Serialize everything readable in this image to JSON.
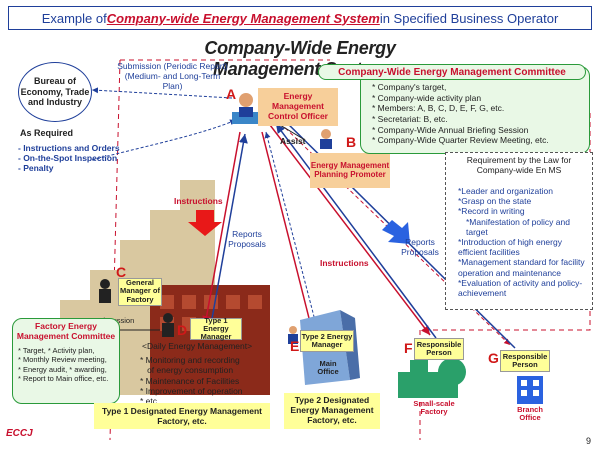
{
  "banner": {
    "prefix": "Example of ",
    "emph": "Company-wide Energy Management System",
    "suffix": " in Specified Business Operator"
  },
  "main_title": "Company-Wide Energy Management System",
  "ministry": "Bureau of Economy, Trade and Industry",
  "submission": "Submission (Periodic Report) (Medium- and Long-Term Plan)",
  "as_required": {
    "title": "As Required",
    "items": [
      "- Instructions and Orders",
      "- On-the-Spot Inspection",
      "- Penalty"
    ]
  },
  "letters": {
    "a": "A",
    "b": "B",
    "c": "C",
    "d": "D",
    "e": "E",
    "f": "F",
    "g": "G"
  },
  "officer": "Energy Management Control Officer",
  "assist": "Assist",
  "promoter": "Energy Management Planning Promoter",
  "committee": {
    "title": "Company-Wide Energy Management Committee",
    "items": [
      "* Company's target,",
      "* Company-wide activity plan",
      "* Members: A, B, C, D, E, F, G, etc.",
      "* Secretariat: B, etc.",
      "* Company-Wide Annual Briefing Session",
      "* Company-Wide Quarter Review Meeting, etc."
    ]
  },
  "law": {
    "title": "Requirement by the Law for Company-wide En MS",
    "items": [
      "*Leader and organization",
      "*Grasp on the state",
      "*Record in writing",
      "*Manifestation of policy and target",
      "*Introduction of high energy efficient facilities",
      "*Management standard for facility operation and maintenance",
      "*Evaluation of activity and policy-achievement"
    ]
  },
  "labels": {
    "instructions_left": "Instructions",
    "reports_left": "Reports Proposals",
    "instructions_mid": "Instructions",
    "reports_right": "Reports Proposals",
    "discussion": "Discussion"
  },
  "general_manager": "General Manager of Factory",
  "type1_manager": "Type 1 Energy Manager",
  "type2_manager": "Type 2 Energy Manager",
  "main_office": "Main Office",
  "responsible_f": "Responsible Person",
  "responsible_g": "Responsible Person",
  "small_factory": "Small-scale Factory",
  "branch_office": "Branch Office",
  "factory_committee": {
    "title": "Factory Energy Management Committee",
    "items": [
      "* Target,   * Activity plan,",
      "* Monthly Review meeting,",
      "* Energy audit, * awarding,",
      "* Report to Main office, etc."
    ]
  },
  "daily": {
    "title": "<Daily Energy Management>",
    "items": [
      "* Monitoring and recording",
      "   of energy consumption",
      "* Maintenance of Facilities",
      "* Improvement of operation",
      "* etc."
    ]
  },
  "type1_footer": "Type 1 Designated Energy Management Factory, etc.",
  "type2_footer": "Type 2 Designated Energy Management Factory, etc.",
  "logo": "ECCJ",
  "page_number": "9",
  "colors": {
    "blue": "#1f3f9a",
    "red": "#c8102e",
    "green": "#2a9a3a",
    "yellow": "#ffff99",
    "orange": "#f7cf9a"
  }
}
